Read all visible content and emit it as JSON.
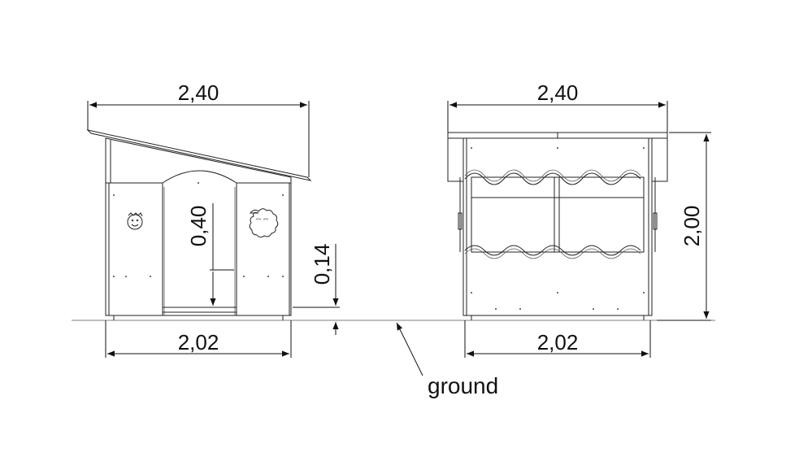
{
  "dimensions": {
    "left_width_top": "2,40",
    "left_width_bottom": "2,02",
    "door_height": "0,40",
    "floor_height": "0,14",
    "right_width_top": "2,40",
    "right_width_bottom": "2,02",
    "right_height": "2,00"
  },
  "callout": {
    "ground": "ground"
  },
  "colors": {
    "line": "#222222",
    "background": "#ffffff"
  }
}
